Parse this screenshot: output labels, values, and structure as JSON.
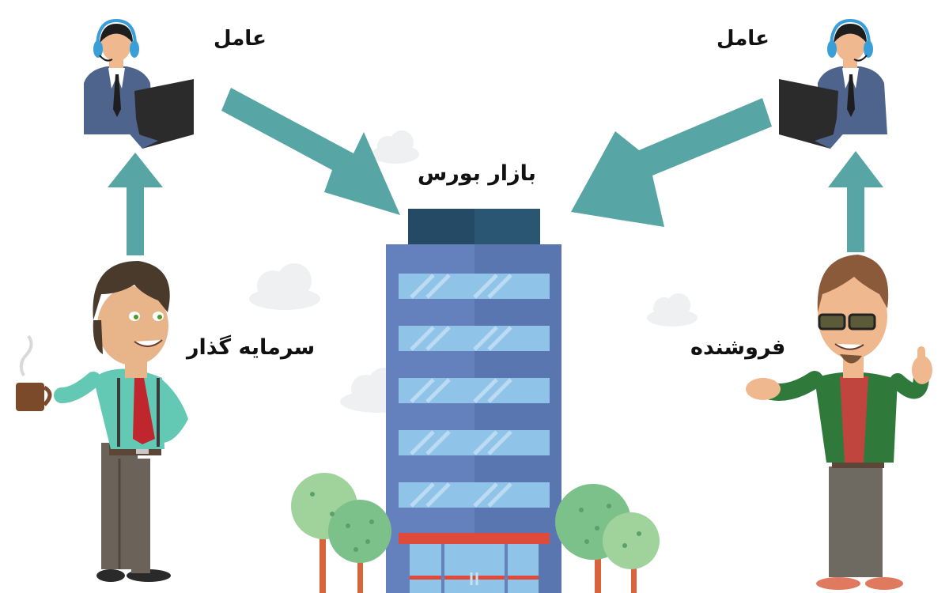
{
  "labels": {
    "broker_left": "عامل",
    "broker_right": "عامل",
    "exchange": "بازار بورس",
    "investor": "سرمایه گذار",
    "seller": "فروشنده"
  },
  "icons": [
    "broker-agent-icon",
    "investor-character-icon",
    "seller-character-icon",
    "stock-exchange-building-icon",
    "tree-icon",
    "cloud-icon",
    "arrow-icon"
  ],
  "colors": {
    "arrow": "#58a5a5",
    "building_body": "#5f7db8",
    "building_top": "#244a66",
    "window": "#8fc3e8",
    "cloud": "#eef0f2",
    "tree_light": "#9fd39b",
    "tree_dark": "#7cc08a"
  }
}
